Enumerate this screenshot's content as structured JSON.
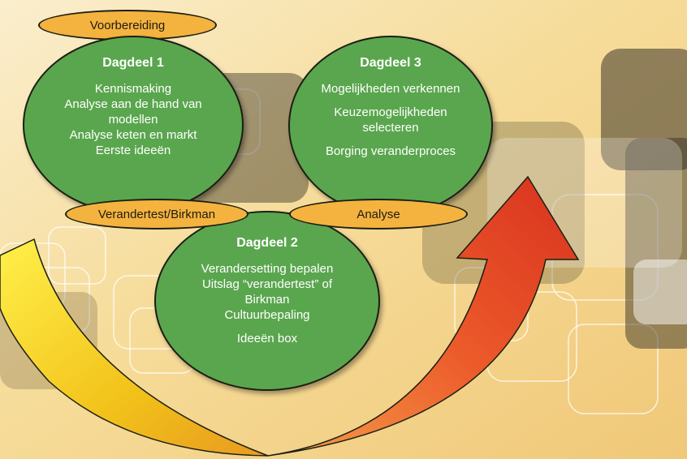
{
  "top_pill": {
    "label": "Voorbereiding"
  },
  "dagdeel1": {
    "title": "Dagdeel 1",
    "lines": [
      "Kennismaking",
      "Analyse aan de hand van",
      "modellen",
      "Analyse keten en markt",
      "Eerste ideeën"
    ]
  },
  "dagdeel3": {
    "title": "Dagdeel 3",
    "lines": [
      "Mogelijkheden verkennen",
      "Keuzemogelijkheden",
      "selecteren",
      "Borging veranderproces"
    ]
  },
  "dagdeel2": {
    "title": "Dagdeel 2",
    "lines": [
      "Verandersetting bepalen",
      "Uitslag “verandertest” of",
      "Birkman",
      "Cultuurbepaling",
      "Ideeën box"
    ]
  },
  "left_pill": {
    "label": "Verandertest/Birkman"
  },
  "right_pill": {
    "label": "Analyse"
  },
  "colors": {
    "circle_fill": "#5aa64e",
    "pill_fill": "#f4b33f",
    "left_arrow": "#f2d21a",
    "right_arrow": "#e8482a",
    "background": "#f6dfa0"
  }
}
